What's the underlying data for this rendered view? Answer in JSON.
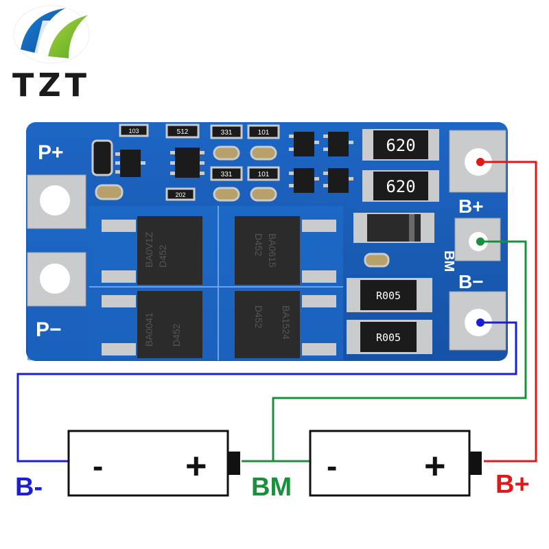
{
  "brand": {
    "name": "TZT"
  },
  "board": {
    "labels": {
      "p_plus": "P+",
      "p_minus": "P−",
      "b_plus": "B+",
      "bm": "BM",
      "b_minus": "B−"
    },
    "components": {
      "resistor_620_top": "620",
      "resistor_620_bottom": "620",
      "shunt_top": "R005",
      "shunt_bottom": "R005",
      "smd_103": "103",
      "smd_512": "512",
      "smd_331_top": "331",
      "smd_101_top": "101",
      "smd_331_mid": "331",
      "smd_101_mid": "101",
      "smd_202": "202",
      "mosfet_1_a": "D452",
      "mosfet_1_b": "BA0V1Z",
      "mosfet_2_a": "D452",
      "mosfet_2_b": "BA0615",
      "mosfet_3_a": "D452",
      "mosfet_3_b": "BA0041",
      "mosfet_4_a": "D452",
      "mosfet_4_b": "BA1524"
    }
  },
  "wiring": {
    "labels": {
      "b_minus": "B-",
      "bm": "BM",
      "b_plus": "B+"
    },
    "colors": {
      "b_minus": "#1a1fd6",
      "bm": "#1a8f3c",
      "b_plus": "#e01818"
    }
  },
  "batteries": [
    {
      "minus": "-",
      "plus": "+"
    },
    {
      "minus": "-",
      "plus": "+"
    }
  ]
}
